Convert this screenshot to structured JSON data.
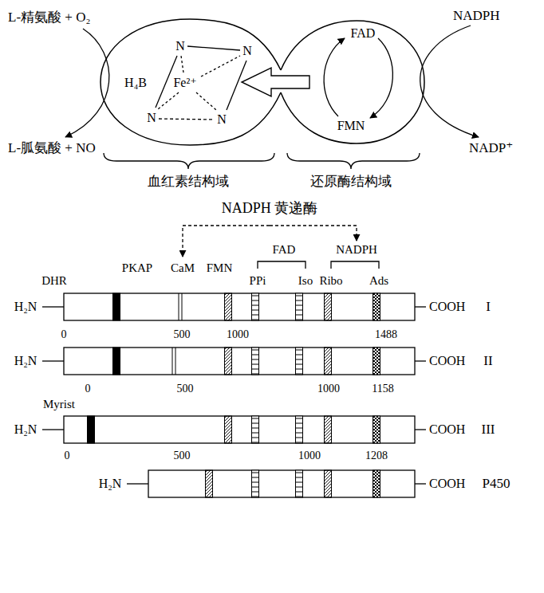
{
  "diagram": {
    "nodes": [
      {
        "text": [
          "N",
          "N",
          "H₄B",
          "Fe²⁺",
          "N",
          "N"
        ]
      },
      {
        "text": [
          "FAD",
          "FMN"
        ]
      }
    ],
    "edges": [
      {
        "from": 1,
        "to": 0,
        "arrow": "to"
      }
    ],
    "labels": [
      "L-精氨酸 + O₂",
      "NADPH",
      "L-胍氨酸 + NO",
      "NADP⁺",
      "血红素结构域",
      "还原酶结构域",
      "NADPH 黄递酶",
      "PKAP",
      "CaM",
      "FMN",
      "FAD",
      "NADPH",
      "DHR",
      "PPi",
      "Iso",
      "Ribo",
      "Ads",
      "H₂N",
      "COOH",
      "I",
      "0",
      "500",
      "1000",
      "1488",
      "H₂N",
      "COOH",
      "II",
      "0",
      "500",
      "1000",
      "1158",
      "Myrist",
      "H₂N",
      "COOH",
      "III",
      "0",
      "500",
      "1000",
      "1208",
      "H₂N",
      "COOH",
      "P450"
    ]
  }
}
